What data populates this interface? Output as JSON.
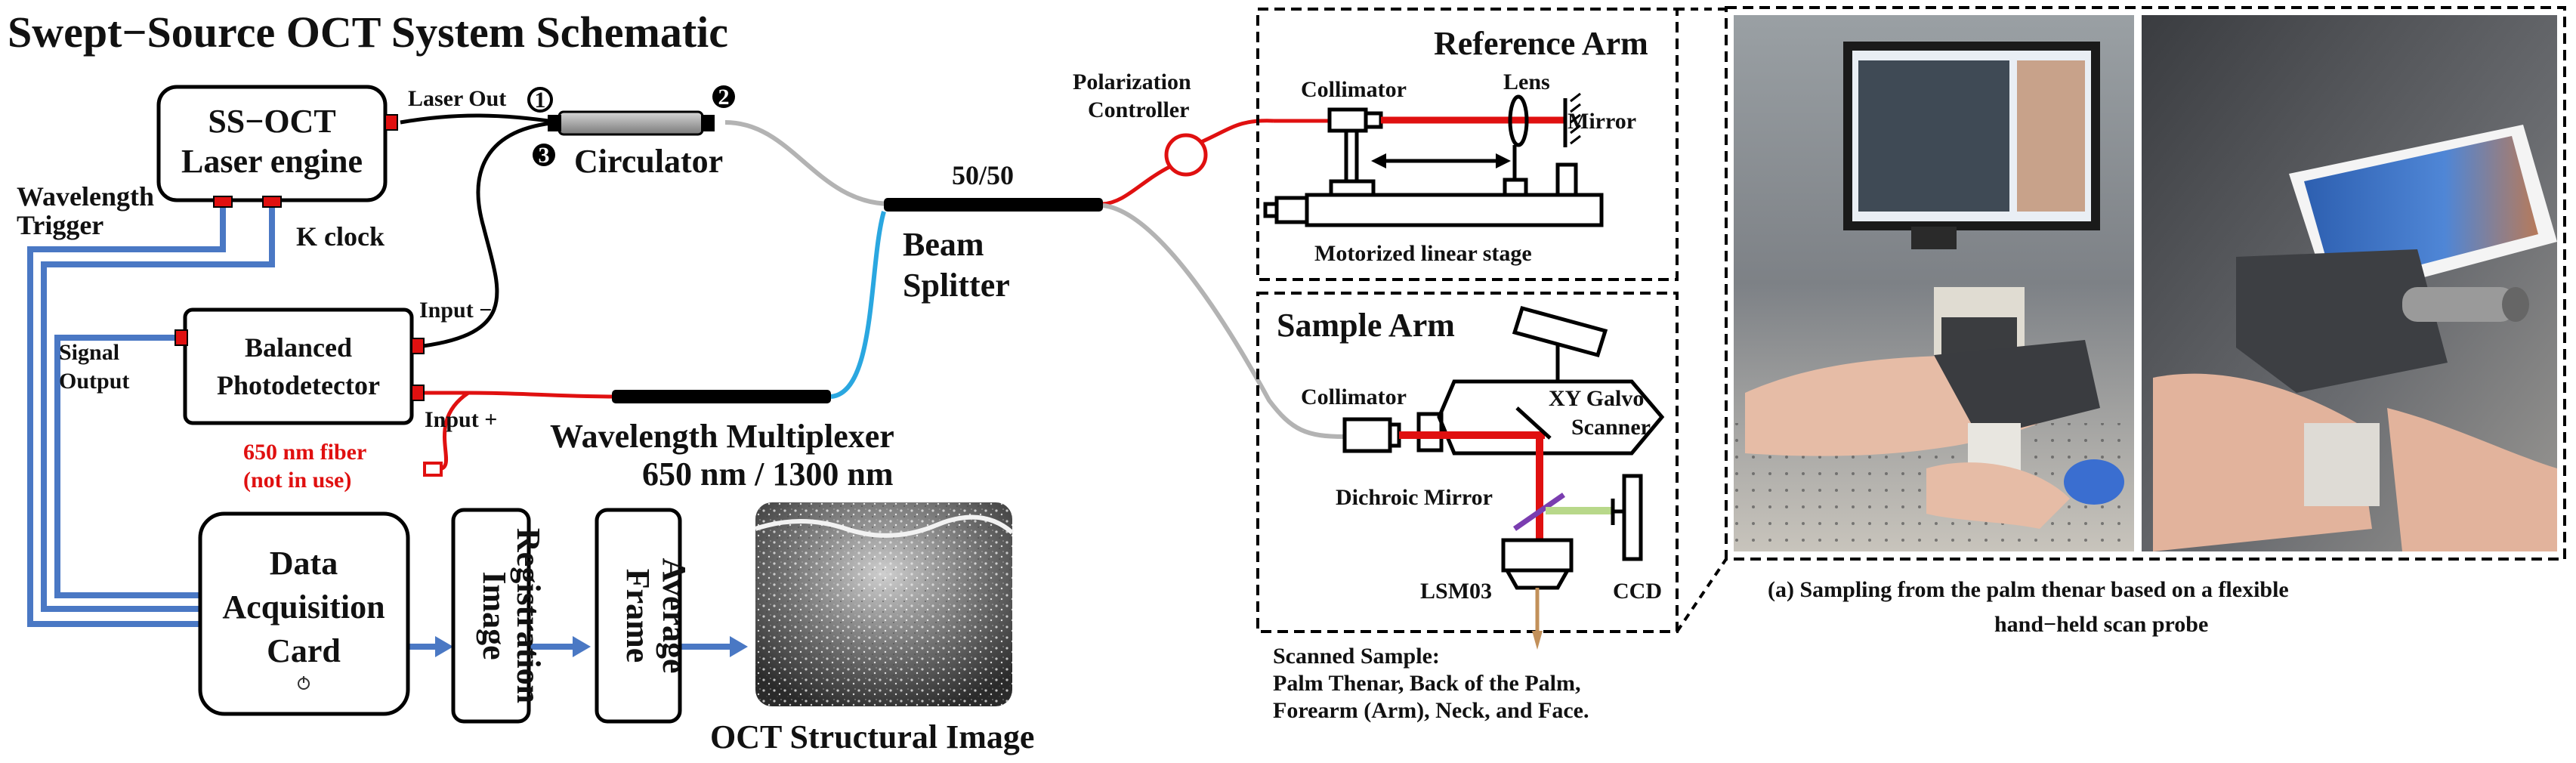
{
  "title": "Swept−Source OCT System Schematic",
  "laser": {
    "line1": "SS−OCT",
    "line2": "Laser engine",
    "laser_out": "Laser Out",
    "wavelength_trigger_1": "Wavelength",
    "wavelength_trigger_2": "Trigger",
    "k_clock": "K clock"
  },
  "circulator": {
    "label": "Circulator",
    "port1": "1",
    "port2": "2",
    "port3": "3"
  },
  "detector": {
    "line1": "Balanced",
    "line2": "Photodetector",
    "input_minus": "Input −",
    "input_plus": "Input +",
    "signal_output_1": "Signal",
    "signal_output_2": "Output"
  },
  "fiber_650": {
    "line1": "650 nm fiber",
    "line2": "(not in use)"
  },
  "wdm": {
    "line1": "Wavelength Multiplexer",
    "line2": "650 nm / 1300 nm"
  },
  "beam_splitter": {
    "ratio": "50/50",
    "line1": "Beam",
    "line2": "Splitter"
  },
  "polarization": {
    "line1": "Polarization",
    "line2": "Controller"
  },
  "reference_arm": {
    "title": "Reference Arm",
    "collimator": "Collimator",
    "lens": "Lens",
    "mirror": "Mirror",
    "stage": "Motorized linear stage"
  },
  "sample_arm": {
    "title": "Sample Arm",
    "collimator": "Collimator",
    "galvo_1": "XY Galvo",
    "galvo_2": "Scanner",
    "dichroic": "Dichroic Mirror",
    "lsm": "LSM03",
    "ccd": "CCD"
  },
  "scanned_sample": {
    "line1": "Scanned Sample:",
    "line2": "Palm Thenar, Back of the Palm,",
    "line3": "Forearm (Arm), Neck, and Face."
  },
  "daq": {
    "line1": "Data",
    "line2": "Acquisition",
    "line3": "Card"
  },
  "image_registration": {
    "line1": "Image",
    "line2": "Registration"
  },
  "frame_average": {
    "line1": "Frame",
    "line2": "Average"
  },
  "oct_image_label": "OCT Structural  Image",
  "photo_caption": {
    "line1": "(a) Sampling  from  the palm thenar based on a flexible",
    "line2": "hand−held  scan probe"
  },
  "colors": {
    "fiber_gray": "#b3b3b3",
    "fiber_red": "#e01010",
    "fiber_cyan": "#2aa7e0",
    "signal_blue": "#4a78c4"
  }
}
